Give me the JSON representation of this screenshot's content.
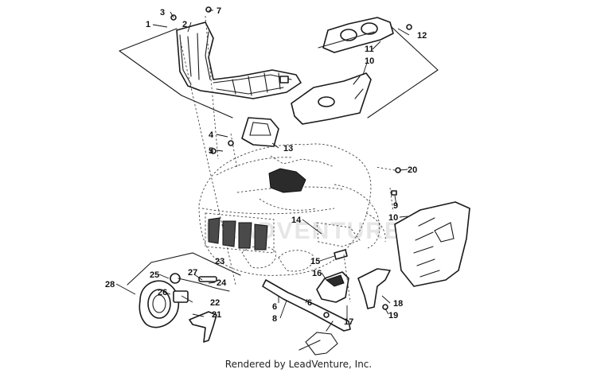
{
  "footer_text": "Rendered by LeadVenture, Inc.",
  "watermark_text": "LEADVENTURE",
  "callouts": [
    "1",
    "2",
    "3",
    "4",
    "5",
    "6",
    "6",
    "7",
    "8",
    "9",
    "10",
    "10",
    "11",
    "12",
    "13",
    "14",
    "15",
    "16",
    "17",
    "18",
    "19",
    "20",
    "21",
    "22",
    "23",
    "24",
    "25",
    "26",
    "27",
    "28"
  ]
}
